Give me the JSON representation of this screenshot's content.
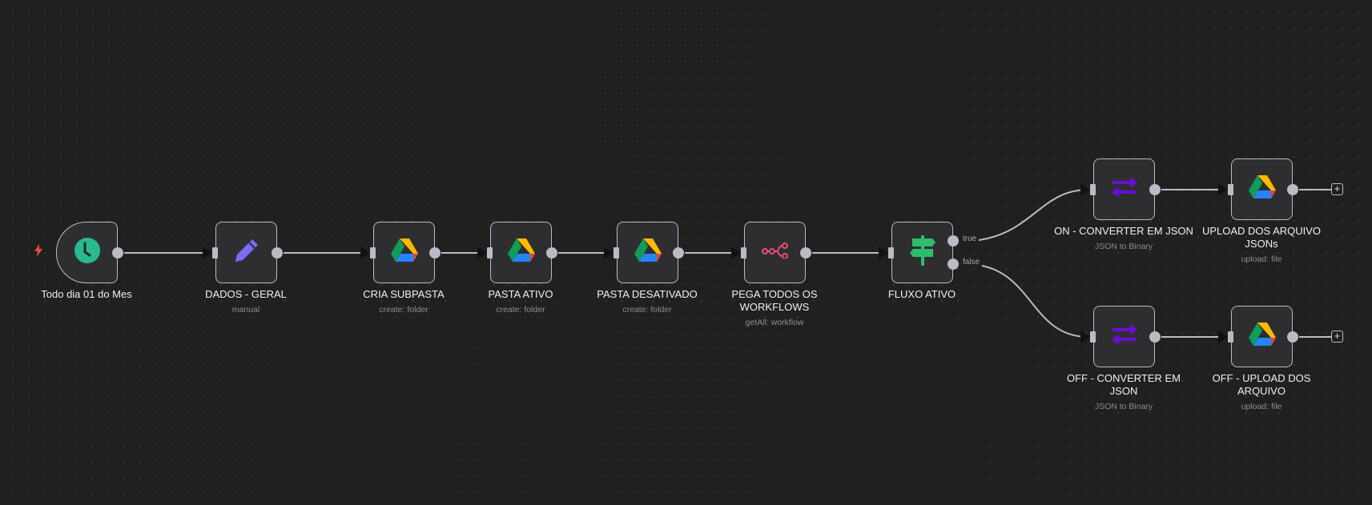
{
  "nodes": [
    {
      "id": "trigger",
      "title": "Todo dia 01 do Mes",
      "subtitle": "",
      "icon": "clock-icon"
    },
    {
      "id": "dados",
      "title": "DADOS - GERAL",
      "subtitle": "manual",
      "icon": "pencil-icon"
    },
    {
      "id": "cria",
      "title": "CRIA SUBPASTA",
      "subtitle": "create: folder",
      "icon": "google-drive-icon"
    },
    {
      "id": "pasta-ativo",
      "title": "PASTA ATIVO",
      "subtitle": "create: folder",
      "icon": "google-drive-icon"
    },
    {
      "id": "pasta-desativado",
      "title": "PASTA DESATIVADO",
      "subtitle": "create: folder",
      "icon": "google-drive-icon"
    },
    {
      "id": "pega",
      "title": "PEGA TODOS OS WORKFLOWS",
      "subtitle": "getAll: workflow",
      "icon": "n8n-icon"
    },
    {
      "id": "fluxo",
      "title": "FLUXO ATIVO",
      "subtitle": "",
      "icon": "signpost-icon"
    },
    {
      "id": "on-convert",
      "title": "ON - CONVERTER EM JSON",
      "subtitle": "JSON to Binary",
      "icon": "convert-arrows-icon"
    },
    {
      "id": "upload",
      "title": "UPLOAD DOS ARQUIVO JSONs",
      "subtitle": "upload: file",
      "icon": "google-drive-icon"
    },
    {
      "id": "off-convert",
      "title": "OFF - CONVERTER EM JSON",
      "subtitle": "JSON to Binary",
      "icon": "convert-arrows-icon"
    },
    {
      "id": "off-upload",
      "title": "OFF - UPLOAD DOS ARQUIVO",
      "subtitle": "upload: file",
      "icon": "google-drive-icon"
    }
  ],
  "branches": {
    "true_label": "true",
    "false_label": "false"
  },
  "plus_label": "+",
  "colors": {
    "clock": "#29b98f",
    "pencil": "#7b6cf6",
    "n8n": "#ea4b71",
    "signpost": "#2ebd6b",
    "convert": "#6a0dd6"
  }
}
